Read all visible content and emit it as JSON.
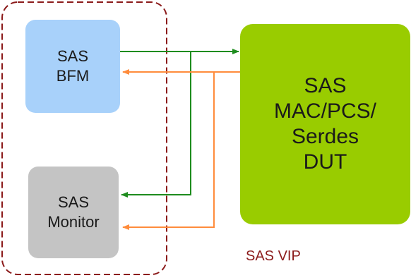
{
  "boxes": {
    "bfm": "SAS\nBFM",
    "monitor": "SAS\nMonitor",
    "dut": "SAS\nMAC/PCS/\nSerdes\nDUT"
  },
  "vip_label": "SAS VIP",
  "colors": {
    "vip_border": "#8b1a1a",
    "vip_label": "#8b1a1a",
    "bfm_fill": "#a8d1fa",
    "monitor_fill": "#c4c4c4",
    "dut_fill": "#99cc00",
    "green_arrow": "#1e8c1e",
    "orange_arrow": "#ff8c3c"
  }
}
